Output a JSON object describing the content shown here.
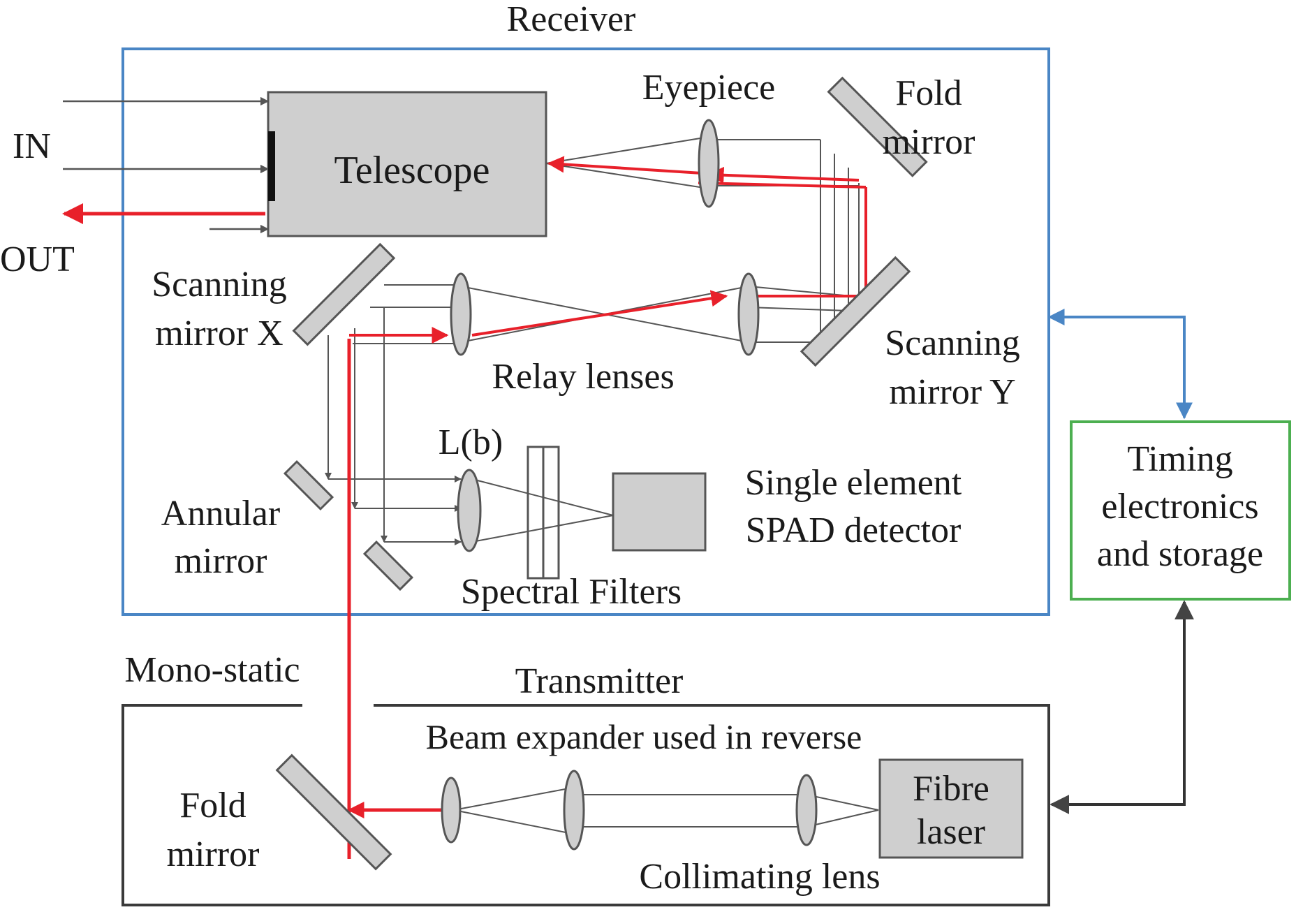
{
  "diagram": {
    "labels": {
      "receiver": "Receiver",
      "in": "IN",
      "out": "OUT",
      "telescope": "Telescope",
      "eyepiece": "Eyepiece",
      "fold_mirror_top_1": "Fold",
      "fold_mirror_top_2": "mirror",
      "scanning_mirror_x_1": "Scanning",
      "scanning_mirror_x_2": "mirror X",
      "relay_lenses": "Relay lenses",
      "scanning_mirror_y_1": "Scanning",
      "scanning_mirror_y_2": "mirror Y",
      "lb": "L(b)",
      "spad_1": "Single element",
      "spad_2": "SPAD detector",
      "annular_mirror_1": "Annular",
      "annular_mirror_2": "mirror",
      "spectral_filters": "Spectral Filters",
      "timing_1": "Timing",
      "timing_2": "electronics",
      "timing_3": "and storage",
      "mono_static": "Mono-static",
      "transmitter": "Transmitter",
      "beam_expander": "Beam expander used in reverse",
      "fold_mirror_bottom_1": "Fold",
      "fold_mirror_bottom_2": "mirror",
      "fibre_laser_1": "Fibre",
      "fibre_laser_2": "laser",
      "collimating_lens": "Collimating lens"
    },
    "colors": {
      "receiver_box": "#4a86c5",
      "timing_box": "#4caf50",
      "transmitter_box": "#3a3a3a",
      "laser_beam": "#e8202a",
      "rays": "#555555",
      "component_fill": "#cfcfcf",
      "component_stroke": "#555555"
    }
  }
}
